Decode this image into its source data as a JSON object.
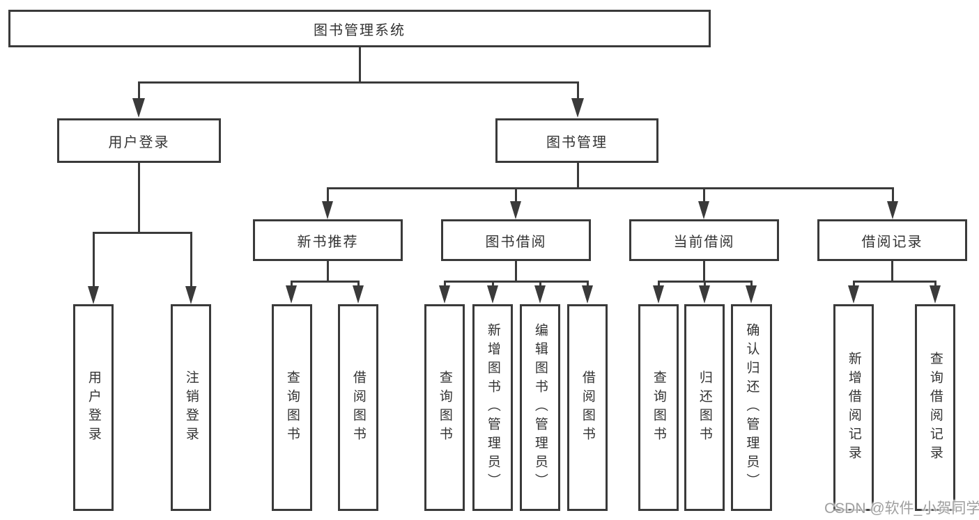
{
  "colors": {
    "line": "#3a3a3a",
    "text": "#333333",
    "watermark": "#9f9f9f",
    "background": "#ffffff"
  },
  "tree": {
    "label": "图书管理系统",
    "children": [
      {
        "label": "用户登录",
        "children": [
          {
            "label": "用户登录"
          },
          {
            "label": "注销登录"
          }
        ]
      },
      {
        "label": "图书管理",
        "children": [
          {
            "label": "新书推荐",
            "children": [
              {
                "label": "查询图书"
              },
              {
                "label": "借阅图书"
              }
            ]
          },
          {
            "label": "图书借阅",
            "children": [
              {
                "label": "查询图书"
              },
              {
                "label": "新增图书（管理员）"
              },
              {
                "label": "编辑图书（管理员）"
              },
              {
                "label": "借阅图书"
              }
            ]
          },
          {
            "label": "当前借阅",
            "children": [
              {
                "label": "查询图书"
              },
              {
                "label": "归还图书"
              },
              {
                "label": "确认归还（管理员）"
              }
            ]
          },
          {
            "label": "借阅记录",
            "children": [
              {
                "label": "新增借阅记录"
              },
              {
                "label": "查询借阅记录"
              }
            ]
          }
        ]
      }
    ]
  },
  "watermark": {
    "text": "CSDN @软件_小贺同学"
  }
}
